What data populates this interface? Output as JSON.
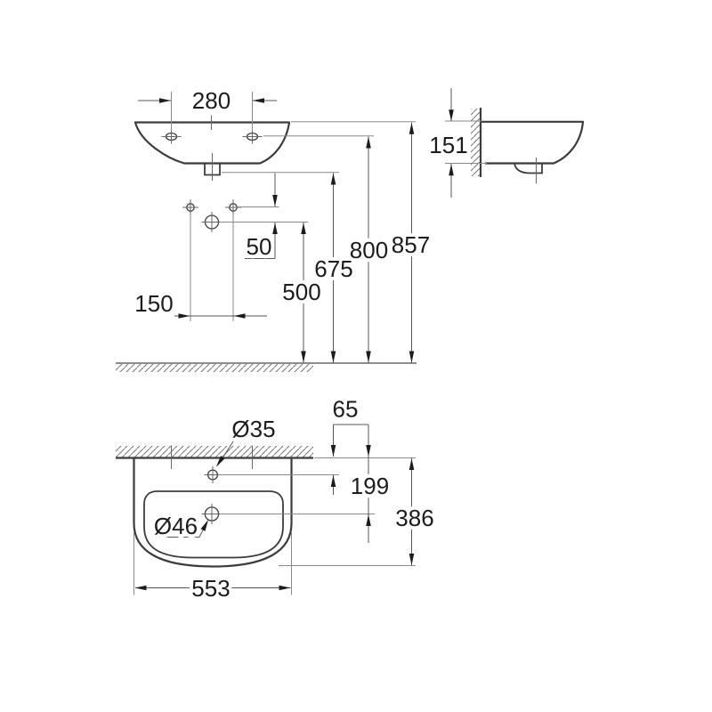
{
  "drawing": {
    "product": "wall-hung washbasin dimensional drawing",
    "views": {
      "front": "front elevation",
      "side": "side profile",
      "plan": "top view"
    },
    "dimensions": {
      "hole_spacing": "280",
      "side_depth": "151",
      "supply_offset": "50",
      "supply_spacing": "150",
      "drain_height": "500",
      "bottom_height": "675",
      "mount_height": "800",
      "rim_height": "857",
      "tap_wall_offset": "65",
      "tap_hole_dia": "Ø35",
      "drain_wall_offset": "199",
      "basin_depth": "386",
      "drain_hole_dia": "Ø46",
      "basin_width": "553"
    },
    "colors": {
      "outline": "#3c3c3c",
      "thin_line": "#8a8a8a",
      "text": "#1c1c1c",
      "background": "#ffffff"
    }
  }
}
